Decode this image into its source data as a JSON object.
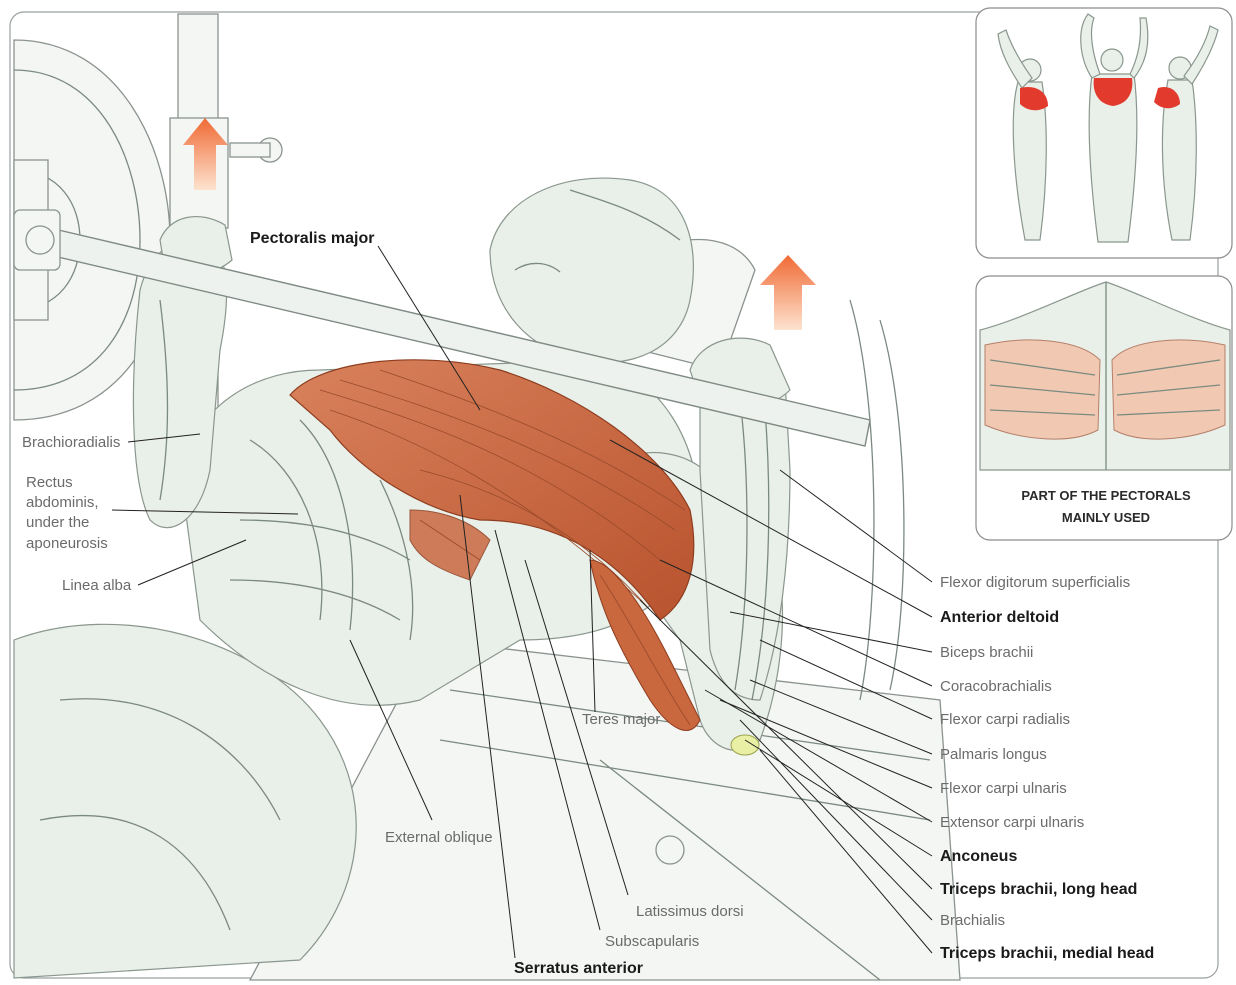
{
  "labels_left": {
    "pectoralis_major": "Pectoralis major",
    "brachioradialis": "Brachioradialis",
    "rectus_line1": "Rectus",
    "rectus_line2": "abdominis,",
    "rectus_line3": "under the",
    "rectus_line4": "aponeurosis",
    "linea_alba": "Linea alba",
    "external_oblique": "External oblique",
    "teres_major": "Teres major",
    "latissimus_dorsi": "Latissimus dorsi",
    "subscapularis": "Subscapularis",
    "serratus_anterior": "Serratus anterior"
  },
  "labels_right": [
    {
      "text": "Flexor digitorum superficialis",
      "bold": false
    },
    {
      "text": "Anterior deltoid",
      "bold": true
    },
    {
      "text": "Biceps brachii",
      "bold": false
    },
    {
      "text": "Coracobrachialis",
      "bold": false
    },
    {
      "text": "Flexor carpi radialis",
      "bold": false
    },
    {
      "text": "Palmaris longus",
      "bold": false
    },
    {
      "text": "Flexor carpi ulnaris",
      "bold": false
    },
    {
      "text": "Extensor carpi ulnaris",
      "bold": false
    },
    {
      "text": "Anconeus",
      "bold": true
    },
    {
      "text": "Triceps brachii, long head",
      "bold": true
    },
    {
      "text": "Brachialis",
      "bold": false
    },
    {
      "text": "Triceps brachii, medial head",
      "bold": true
    }
  ],
  "inset_caption": {
    "line1": "PART OF THE PECTORALS",
    "line2": "MAINLY USED"
  },
  "colors": {
    "muscle_highlight": "#c9673f",
    "inset_highlight": "#e23b2e",
    "arrow": "#f08a4b"
  }
}
